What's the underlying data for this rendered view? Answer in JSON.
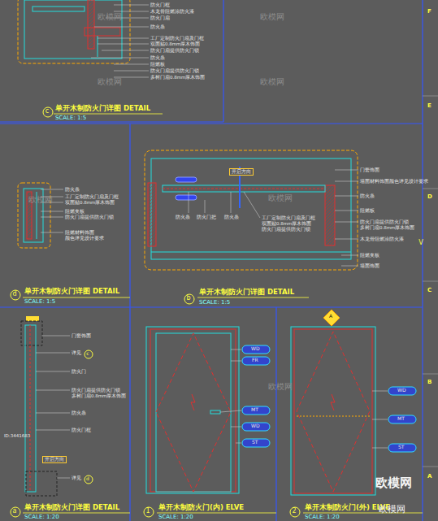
{
  "diagram": {
    "labels": [
      "防火门框",
      "木龙骨阻燃涂防火漆",
      "防火门扇",
      "防火条",
      "工厂定制防火门扇及门框",
      "双面贴0.8mm厚木饰面",
      "防火门扇提供防火门锁",
      "防火条",
      "阻燃板",
      "防火门扇提供防火门锁",
      "多树门扇0.8mm厚木饰面",
      "c",
      "单开木制防火门详图  DETAIL",
      "SCALE: 1:5",
      "防火条",
      "工厂定制防火门扇及门框",
      "双面贴0.8mm厚木饰面",
      "阻燃夹板",
      "防火门扇提供防火门锁",
      "阻燃材料饰面",
      "颜色详见设计要求",
      "d",
      "单开木制防火门详图  DETAIL",
      "SCALE: 1:5",
      "开启方向",
      "防火条",
      "防火门把",
      "防火条",
      "工厂定制防火门扇及门框",
      "双面贴0.8mm厚木饰面",
      "防火门扇提供防火门锁",
      "门套饰面",
      "墙面材料饰面颜色详见设计要求",
      "防火条",
      "阻燃板",
      "防火门扇提供防火门锁",
      "多树门扇0.8mm厚木饰面",
      "木龙骨阻燃涂防火漆",
      "阻燃夹板",
      "墙面饰面",
      "b",
      "单开木制防火门详图  DETAIL",
      "SCALE: 1:5",
      "门套饰面",
      "详见",
      "c",
      "防火门",
      "防火门扇提供防火门锁",
      "多树门扇0.8mm厚木饰面",
      "防火条",
      "防火门框",
      "开启方向",
      "详见",
      "d",
      "a",
      "单开木制防火门详图  DETAIL",
      "SCALE: 1:20",
      "WD",
      "FR",
      "MT",
      "WD",
      "ST",
      "1",
      "单开木制防火门(内)  ELVE",
      "SCALE: 1:20",
      "A",
      "WD",
      "MT",
      "ST",
      "2",
      "单开木制防火门(外)  ELVE",
      "SCALE: 1:20",
      "F",
      "E",
      "D",
      "C",
      "B",
      "A",
      "V",
      "欧模网",
      "欧模网",
      "欧模网",
      "欧模网",
      "欧模网",
      "欧模网",
      "欧模网",
      "欧模网",
      "欧模网",
      "ID:3441683"
    ]
  }
}
